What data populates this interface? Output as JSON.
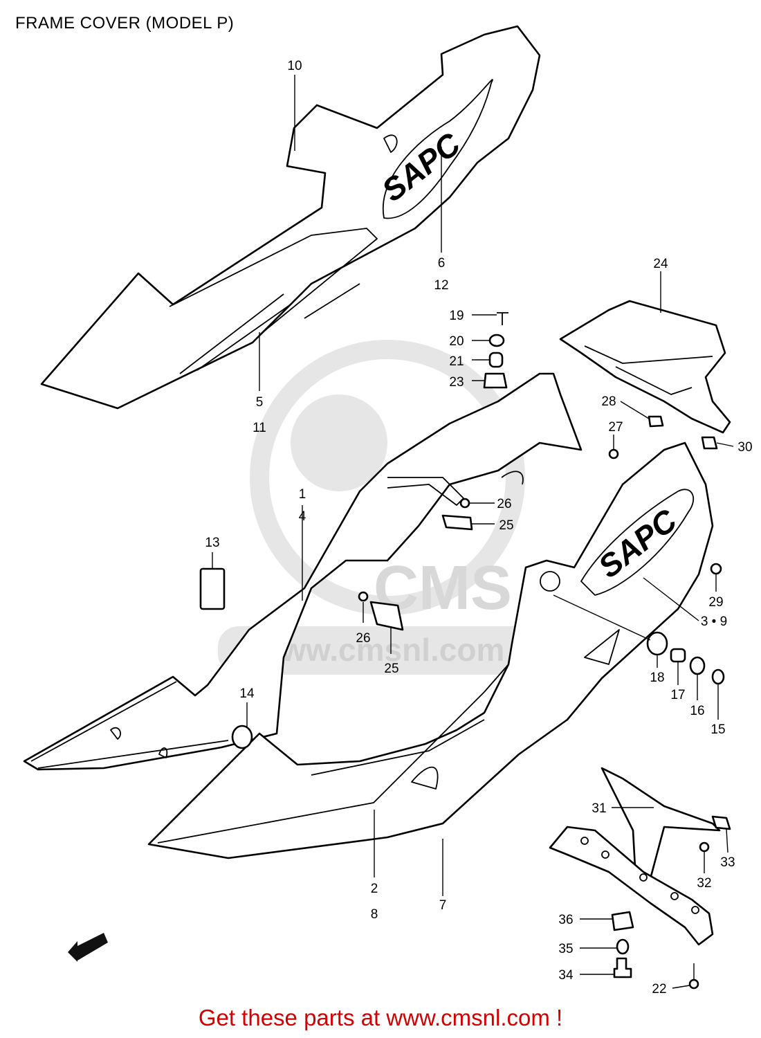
{
  "title": "FRAME COVER (MODEL P)",
  "footer": "Get these parts at www.cmsnl.com !",
  "watermark": {
    "text": "www.cmsnl.com",
    "logo": "CMS"
  },
  "decals": {
    "upper_cover": "SAPC",
    "lower_cover": "SAPC"
  },
  "callouts": {
    "c10": "10",
    "c6": "6",
    "c12": "12",
    "c24": "24",
    "c19": "19",
    "c20": "20",
    "c21": "21",
    "c23": "23",
    "c28": "28",
    "c27": "27",
    "c30": "30",
    "c5": "5",
    "c11": "11",
    "c1": "1",
    "c4": "4",
    "c26a": "26",
    "c25a": "25",
    "c13": "13",
    "c29": "29",
    "c39": "3 • 9",
    "c26b": "26",
    "c25b": "25",
    "c14": "14",
    "c18": "18",
    "c17": "17",
    "c16": "16",
    "c15": "15",
    "c31": "31",
    "c33": "33",
    "c32": "32",
    "c2": "2",
    "c8": "8",
    "c7": "7",
    "c36": "36",
    "c35": "35",
    "c34": "34",
    "c22": "22"
  },
  "colors": {
    "footer": "#d40000",
    "line": "#000000",
    "watermark": "#e6e6e6"
  }
}
